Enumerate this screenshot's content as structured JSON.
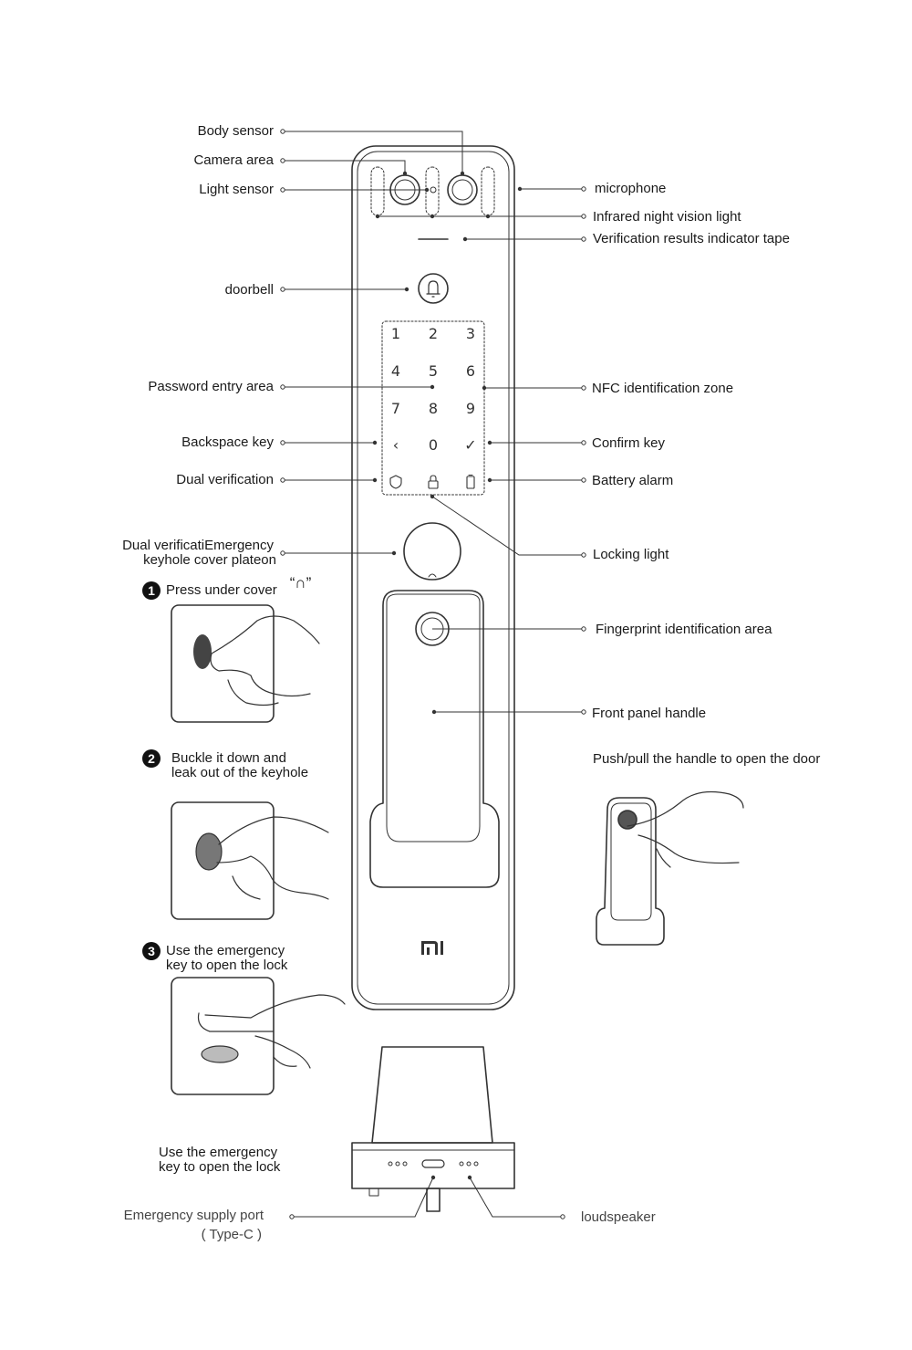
{
  "labels_left": {
    "body_sensor": "Body sensor",
    "camera_area": "Camera area",
    "light_sensor": "Light sensor",
    "doorbell": "doorbell",
    "password_entry_area": "Password entry area",
    "backspace_key": "Backspace key",
    "dual_verification": "Dual verification",
    "keyhole_cover_line1": "Dual verificatiEmergency",
    "keyhole_cover_line2": "keyhole cover plateon"
  },
  "labels_right": {
    "microphone": "microphone",
    "infrared_light": "Infrared night vision light",
    "verification_tape": "Verification results indicator tape",
    "nfc_zone": "NFC identification zone",
    "confirm_key": "Confirm key",
    "battery_alarm": "Battery alarm",
    "locking_light": "Locking light",
    "fingerprint_area": "Fingerprint identification area",
    "front_panel_handle": "Front panel handle",
    "push_pull_caption": "Push/pull the handle to open the door"
  },
  "steps": [
    {
      "num": "1",
      "text": "Press under cover",
      "symbol": "“∩”"
    },
    {
      "num": "2",
      "line1": "Buckle it down and",
      "line2": "leak out of the keyhole"
    },
    {
      "num": "3",
      "line1": "Use the emergency",
      "line2": "key to open the lock"
    }
  ],
  "bottom": {
    "emergency_line1": "Use the emergency",
    "emergency_line2": "key to open the lock",
    "supply_port": "Emergency supply port",
    "supply_port_type": "( Type-C )",
    "loudspeaker": "loudspeaker"
  },
  "keypad": [
    "1",
    "2",
    "3",
    "4",
    "5",
    "6",
    "7",
    "8",
    "9",
    "‹",
    "0",
    "✓"
  ],
  "brand_logo": "mi"
}
